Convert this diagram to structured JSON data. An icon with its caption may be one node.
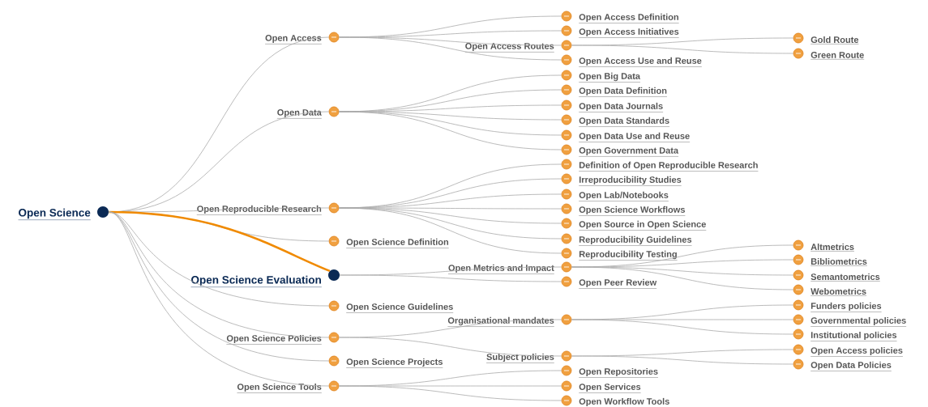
{
  "diagram": {
    "nodes": [
      {
        "text": [
          "Open Science"
        ]
      },
      {
        "text": [
          "Open Access"
        ]
      },
      {
        "text": [
          "Open Access Definition"
        ]
      },
      {
        "text": [
          "Open Access Initiatives"
        ]
      },
      {
        "text": [
          "Open Access Routes"
        ]
      },
      {
        "text": [
          "Gold Route"
        ]
      },
      {
        "text": [
          "Green Route"
        ]
      },
      {
        "text": [
          "Open Access Use and Reuse"
        ]
      },
      {
        "text": [
          "Open Data"
        ]
      },
      {
        "text": [
          "Open Big Data"
        ]
      },
      {
        "text": [
          "Open Data Definition"
        ]
      },
      {
        "text": [
          "Open Data Journals"
        ]
      },
      {
        "text": [
          "Open Data Standards"
        ]
      },
      {
        "text": [
          "Open Data Use and Reuse"
        ]
      },
      {
        "text": [
          "Open Government Data"
        ]
      },
      {
        "text": [
          "Open Reproducible Research"
        ]
      },
      {
        "text": [
          "Definition of Open Reproducible Research"
        ]
      },
      {
        "text": [
          "Irreproducibility Studies"
        ]
      },
      {
        "text": [
          "Open Lab/Notebooks"
        ]
      },
      {
        "text": [
          "Open Science Workflows"
        ]
      },
      {
        "text": [
          "Open Source in Open Science"
        ]
      },
      {
        "text": [
          "Reproducibility Guidelines"
        ]
      },
      {
        "text": [
          "Reproducibility Testing"
        ]
      },
      {
        "text": [
          "Open Science Definition"
        ]
      },
      {
        "text": [
          "Open Science Evaluation"
        ]
      },
      {
        "text": [
          "Open Metrics and Impact"
        ]
      },
      {
        "text": [
          "Altmetrics"
        ]
      },
      {
        "text": [
          "Bibliometrics"
        ]
      },
      {
        "text": [
          "Semantometrics"
        ]
      },
      {
        "text": [
          "Webometrics"
        ]
      },
      {
        "text": [
          "Open Peer Review"
        ]
      },
      {
        "text": [
          "Open Science Guidelines"
        ]
      },
      {
        "text": [
          "Open Science Policies"
        ]
      },
      {
        "text": [
          "Organisational mandates"
        ]
      },
      {
        "text": [
          "Funders policies"
        ]
      },
      {
        "text": [
          "Governmental policies"
        ]
      },
      {
        "text": [
          "Institutional policies"
        ]
      },
      {
        "text": [
          "Subject policies"
        ]
      },
      {
        "text": [
          "Open Access policies"
        ]
      },
      {
        "text": [
          "Open Data Policies"
        ]
      },
      {
        "text": [
          "Open Science Projects"
        ]
      },
      {
        "text": [
          "Open Science Tools"
        ]
      },
      {
        "text": [
          "Open Repositories"
        ]
      },
      {
        "text": [
          "Open Services"
        ]
      },
      {
        "text": [
          "Open Workflow Tools"
        ]
      }
    ],
    "edges": [
      {
        "from": 0,
        "to": 1,
        "arrow": "none"
      },
      {
        "from": 1,
        "to": 2,
        "arrow": "none"
      },
      {
        "from": 1,
        "to": 3,
        "arrow": "none"
      },
      {
        "from": 1,
        "to": 4,
        "arrow": "none"
      },
      {
        "from": 4,
        "to": 5,
        "arrow": "none"
      },
      {
        "from": 4,
        "to": 6,
        "arrow": "none"
      },
      {
        "from": 1,
        "to": 7,
        "arrow": "none"
      },
      {
        "from": 0,
        "to": 8,
        "arrow": "none"
      },
      {
        "from": 8,
        "to": 9,
        "arrow": "none"
      },
      {
        "from": 8,
        "to": 10,
        "arrow": "none"
      },
      {
        "from": 8,
        "to": 11,
        "arrow": "none"
      },
      {
        "from": 8,
        "to": 12,
        "arrow": "none"
      },
      {
        "from": 8,
        "to": 13,
        "arrow": "none"
      },
      {
        "from": 8,
        "to": 14,
        "arrow": "none"
      },
      {
        "from": 0,
        "to": 15,
        "arrow": "none"
      },
      {
        "from": 15,
        "to": 16,
        "arrow": "none"
      },
      {
        "from": 15,
        "to": 17,
        "arrow": "none"
      },
      {
        "from": 15,
        "to": 18,
        "arrow": "none"
      },
      {
        "from": 15,
        "to": 19,
        "arrow": "none"
      },
      {
        "from": 15,
        "to": 20,
        "arrow": "none"
      },
      {
        "from": 15,
        "to": 21,
        "arrow": "none"
      },
      {
        "from": 15,
        "to": 22,
        "arrow": "none"
      },
      {
        "from": 0,
        "to": 23,
        "arrow": "none"
      },
      {
        "from": 0,
        "to": 24,
        "arrow": "none",
        "style": "thick",
        "color": "#f08a00"
      },
      {
        "from": 24,
        "to": 25,
        "arrow": "none"
      },
      {
        "from": 25,
        "to": 26,
        "arrow": "none"
      },
      {
        "from": 25,
        "to": 27,
        "arrow": "none"
      },
      {
        "from": 25,
        "to": 28,
        "arrow": "none"
      },
      {
        "from": 25,
        "to": 29,
        "arrow": "none"
      },
      {
        "from": 24,
        "to": 30,
        "arrow": "none"
      },
      {
        "from": 0,
        "to": 31,
        "arrow": "none"
      },
      {
        "from": 0,
        "to": 32,
        "arrow": "none"
      },
      {
        "from": 32,
        "to": 33,
        "arrow": "none"
      },
      {
        "from": 33,
        "to": 34,
        "arrow": "none"
      },
      {
        "from": 33,
        "to": 35,
        "arrow": "none"
      },
      {
        "from": 33,
        "to": 36,
        "arrow": "none"
      },
      {
        "from": 32,
        "to": 37,
        "arrow": "none"
      },
      {
        "from": 37,
        "to": 38,
        "arrow": "none"
      },
      {
        "from": 37,
        "to": 39,
        "arrow": "none"
      },
      {
        "from": 0,
        "to": 40,
        "arrow": "none"
      },
      {
        "from": 0,
        "to": 41,
        "arrow": "none"
      },
      {
        "from": 41,
        "to": 42,
        "arrow": "none"
      },
      {
        "from": 41,
        "to": 43,
        "arrow": "none"
      },
      {
        "from": 41,
        "to": 44,
        "arrow": "none"
      }
    ]
  }
}
